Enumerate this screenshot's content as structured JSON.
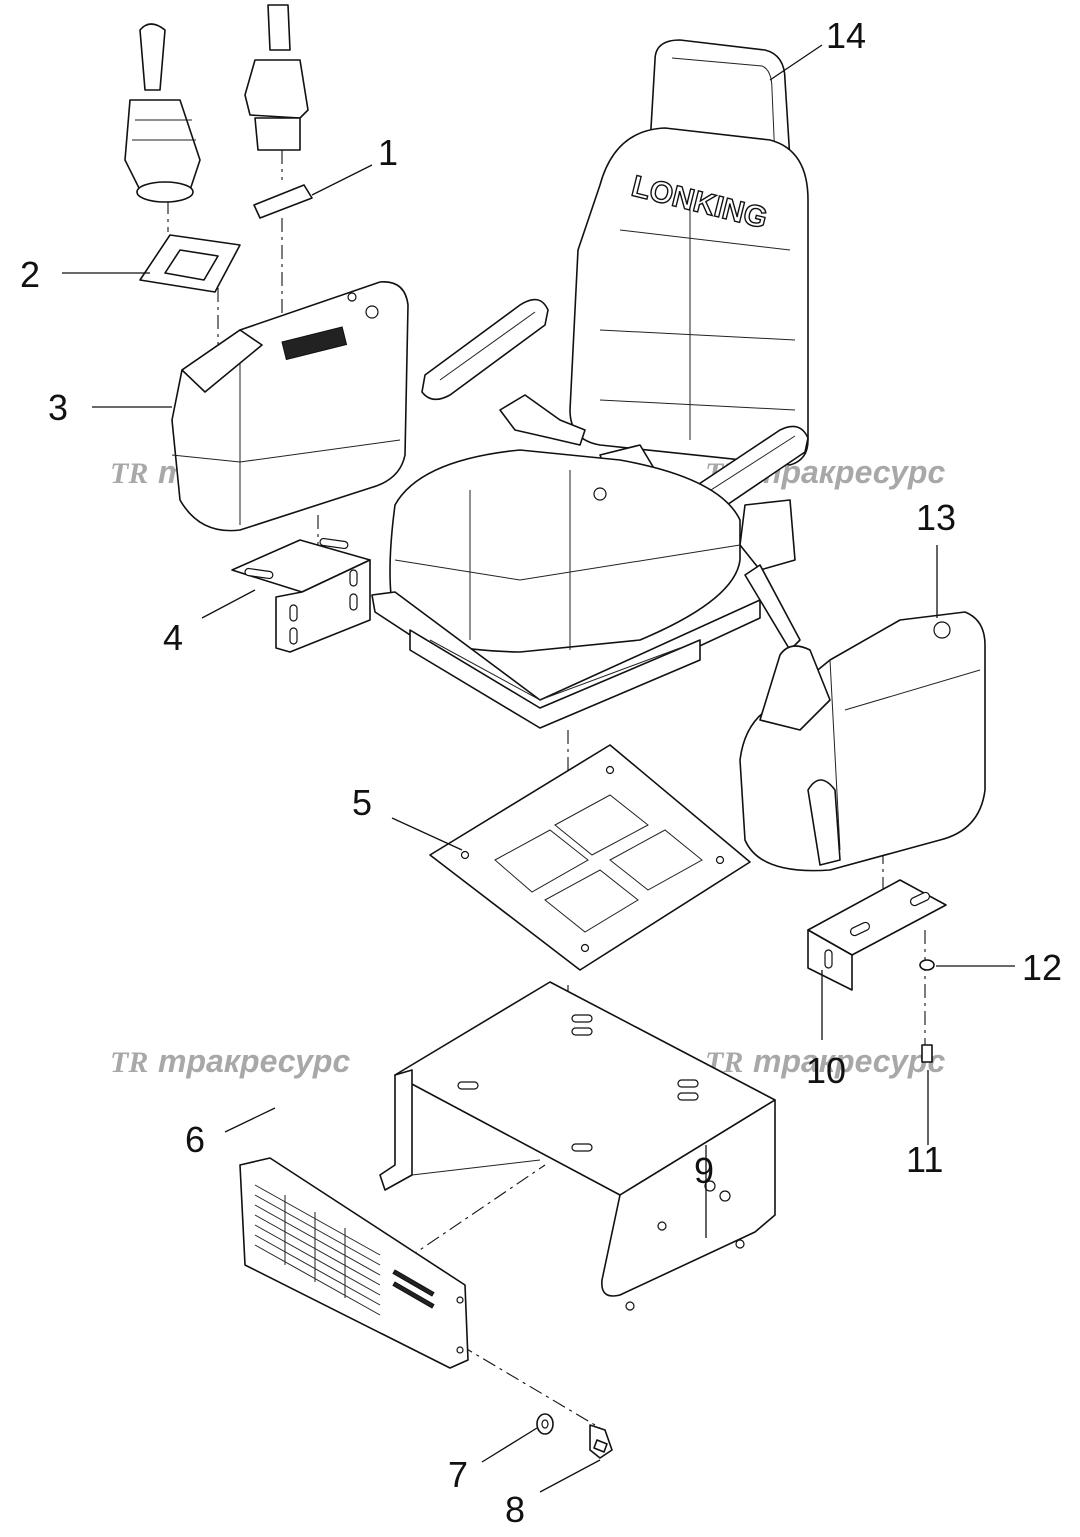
{
  "callouts": [
    {
      "number": "1"
    },
    {
      "number": "2"
    },
    {
      "number": "3"
    },
    {
      "number": "4"
    },
    {
      "number": "5"
    },
    {
      "number": "6"
    },
    {
      "number": "7"
    },
    {
      "number": "8"
    },
    {
      "number": "9"
    },
    {
      "number": "10"
    },
    {
      "number": "11"
    },
    {
      "number": "12"
    },
    {
      "number": "13"
    },
    {
      "number": "14"
    }
  ],
  "seat_brand": "LONKING",
  "watermark": {
    "logo": "TR",
    "text": "тракресурс"
  }
}
